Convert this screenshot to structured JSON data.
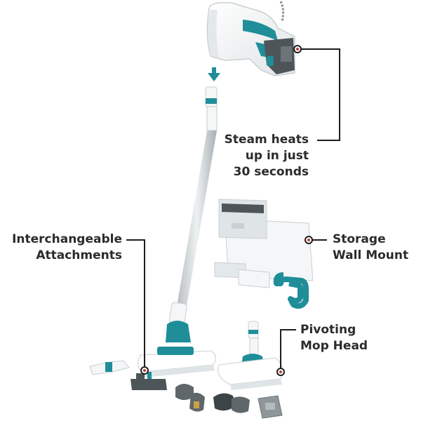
{
  "colors": {
    "accent_teal": "#1f8e99",
    "body_white": "#f4f6f7",
    "shadow_grey": "#c9cfd2",
    "dark_grey": "#4d5558",
    "callout_line": "#1e1e1e",
    "callout_dot": "#c0392b"
  },
  "callouts": {
    "steam": "Steam heats\nup in just\n30 seconds",
    "attachments": "Interchangeable\nAttachments",
    "storage": "Storage\nWall Mount",
    "mop": "Pivoting\nMop Head"
  },
  "icons": [
    "down-arrow-icon"
  ]
}
